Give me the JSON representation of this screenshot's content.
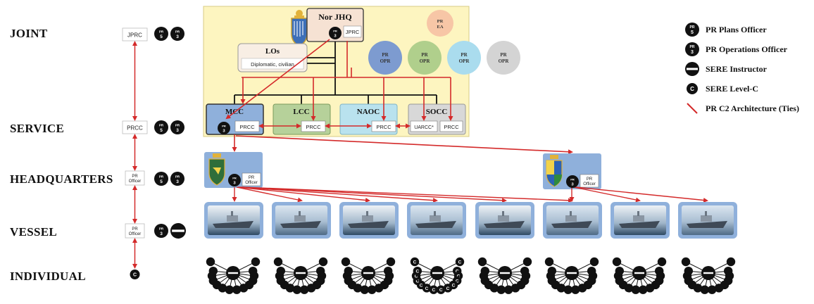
{
  "levels": {
    "joint": "JOINT",
    "service": "SERVICE",
    "headquarters": "HEADQUARTERS",
    "vessel": "VESSEL",
    "individual": "INDIVIDUAL"
  },
  "left_column": {
    "jprc": "JPRC",
    "prcc": "PRCC",
    "pr_officer_line1": "PR",
    "pr_officer_line2": "Officer"
  },
  "badges": {
    "pr": "PR",
    "plans": "5",
    "ops": "3",
    "sere_c": "C",
    "sere_instructor": "SERE"
  },
  "joint": {
    "hq": "Nor JHQ",
    "hq_jprc": "JPRC",
    "los_title": "LOs",
    "los_sub": "Diplomatic, civilian",
    "pr_ea_line1": "PR",
    "pr_ea_line2": "EA",
    "opr_line1": "PR",
    "opr_line2": "OPR"
  },
  "service": {
    "mcc": "MCC",
    "lcc": "LCC",
    "naoc": "NAOC",
    "socc": "SOCC",
    "prcc": "PRCC",
    "uarcc": "UARCC*"
  },
  "legend": {
    "plans_officer": "PR Plans Officer",
    "operations_officer": "PR Operations Officer",
    "sere_instructor": "SERE Instructor",
    "sere_level_c": "SERE Level-C",
    "c2_ties": "PR C2 Architecture (Ties)"
  },
  "colors": {
    "tie_red": "#d42a2a",
    "joint_bg": "#fdf5c0",
    "mcc": "#8fb0db",
    "lcc": "#b6d19a",
    "naoc": "#b9e2ee",
    "socc": "#d8d8d8",
    "opr": [
      "#7d9bd0",
      "#b0cf8c",
      "#aadcee",
      "#d4d4d4"
    ],
    "pr_ea": "#f7c6a6",
    "vessel_frame": "#8fb0db"
  },
  "icons": {
    "shield_main": "navy-crest-icon",
    "shield_hq": "coat-of-arms-icon",
    "vessel": "ship-photo-icon"
  }
}
